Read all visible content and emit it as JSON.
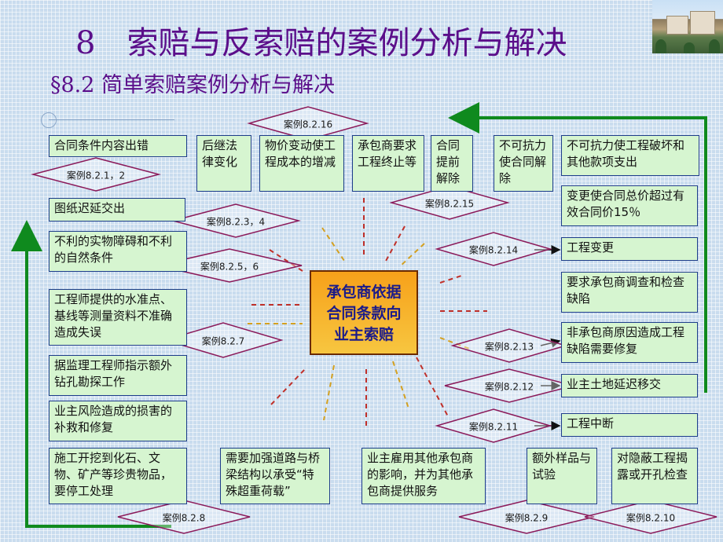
{
  "title": "8　索赔与反索赔的案例分析与解决",
  "subtitle": "§8.2 简单索赔案例分析与解决",
  "center": [
    "承包商依据",
    "合同条款向",
    "业主索赔"
  ],
  "boxes": {
    "b1": "合同条件内容出错",
    "b2": "图纸迟延交出",
    "b3": "不利的实物障碍和不利的自然条件",
    "b4": "工程师提供的水准点、基线等测量资料不准确造成失误",
    "b5": "据监理工程师指示额外钻孔勘探工作",
    "b6": "业主风险造成的损害的补救和修复",
    "b7": "施工开挖到化石、文物、矿产等珍贵物品，要停工处理",
    "t1": "后继法律变化",
    "t2": "物价变动使工程成本的增减",
    "t3": "承包商要求工程终止等",
    "t4": "合同提前解除",
    "t5": "不可抗力使合同解除",
    "r1": "不可抗力使工程破坏和其他款项支出",
    "r2": "变更使合同总价超过有效合同价15％",
    "r3": "工程变更",
    "r4": "要求承包商调查和检查缺陷",
    "r5": "非承包商原因造成工程缺陷需要修复",
    "r6": "业主土地延迟移交",
    "r7": "工程中断",
    "bt1": "需要加强道路与桥梁结构以承受“特殊超重荷载”",
    "bt2": "业主雇用其他承包商的影响，并为其他承包商提供服务",
    "bt3": "额外样品与试验",
    "bt4": "对隐蔽工程揭露或开孔检查"
  },
  "cases": {
    "c16": "案例8.2.16",
    "c1": "案例8.2.1，2",
    "c15": "案例8.2.15",
    "c3": "案例8.2.3，4",
    "c14": "案例8.2.14",
    "c5": "案例8.2.5，6",
    "c7": "案例8.2.7",
    "c13": "案例8.2.13",
    "c12": "案例8.2.12",
    "c11": "案例8.2.11",
    "c8": "案例8.2.8",
    "c9": "案例8.2.9",
    "c10": "案例8.2.10"
  },
  "colors": {
    "box_fill": "#d6f5d0",
    "box_border": "#1e3d8a",
    "diamond_border": "#8b1a5a",
    "arrow_green": "#0f8a1e",
    "title": "#5b0e8a",
    "center_fill": "#f7b02a"
  }
}
